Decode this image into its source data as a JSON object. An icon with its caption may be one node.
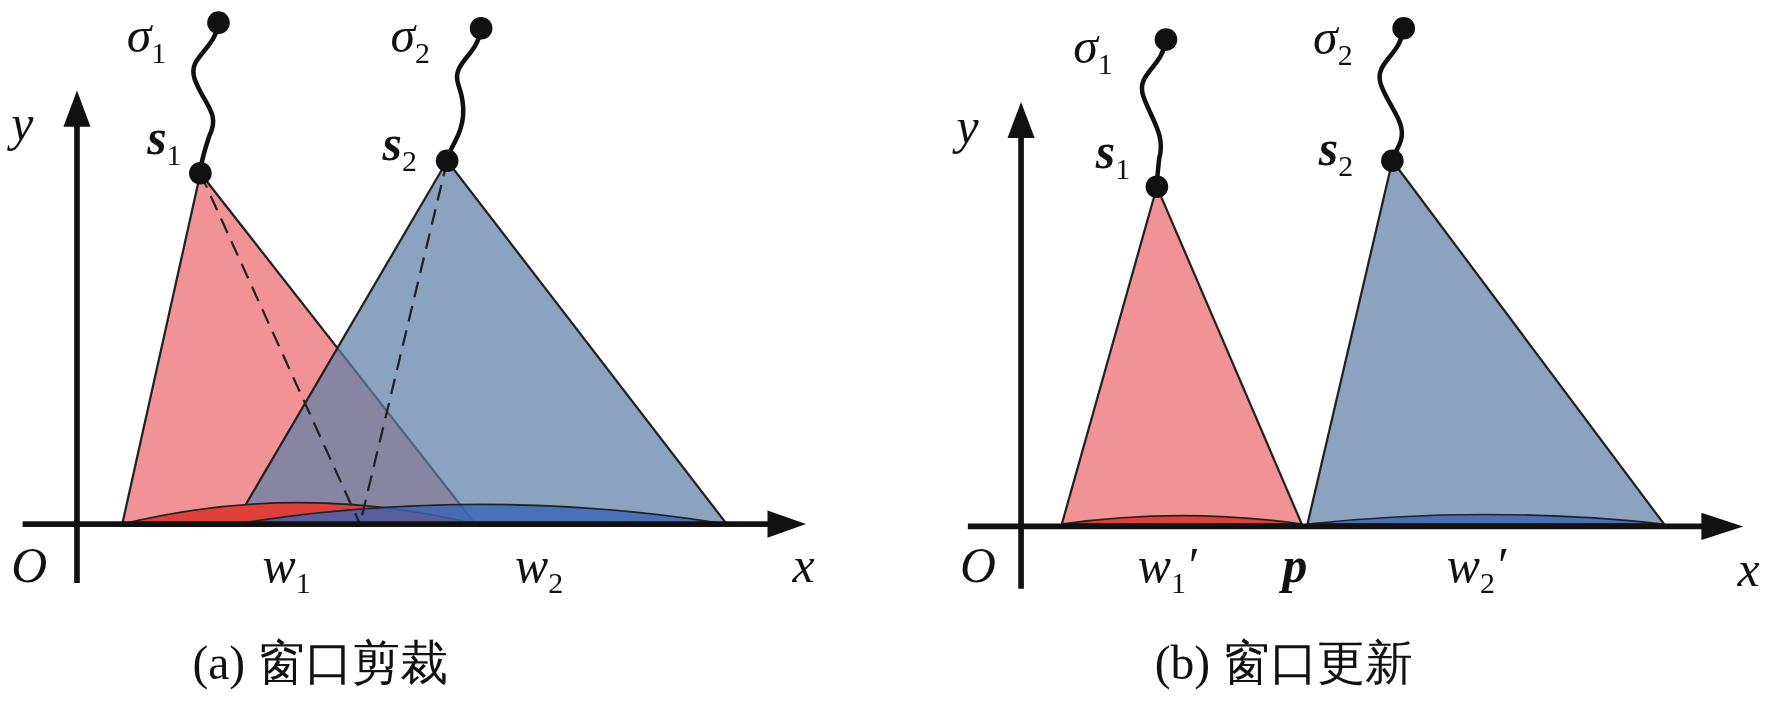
{
  "diagram": {
    "labels": [
      "σ$_{1}$",
      "σ$_{2}$",
      "**s**$_{1}$",
      "**s**$_{2}$",
      "y",
      "O",
      "w$_{1}$",
      "w$_{2}$",
      "x",
      "(a) 窗口剪裁",
      "σ$_{1}$",
      "σ$_{2}$",
      "**s**$_{1}$",
      "**s**$_{2}$",
      "y",
      "O",
      "w$_{1}$′",
      "**p**",
      "w$_{2}$′",
      "x",
      "(b) 窗口更新"
    ]
  }
}
